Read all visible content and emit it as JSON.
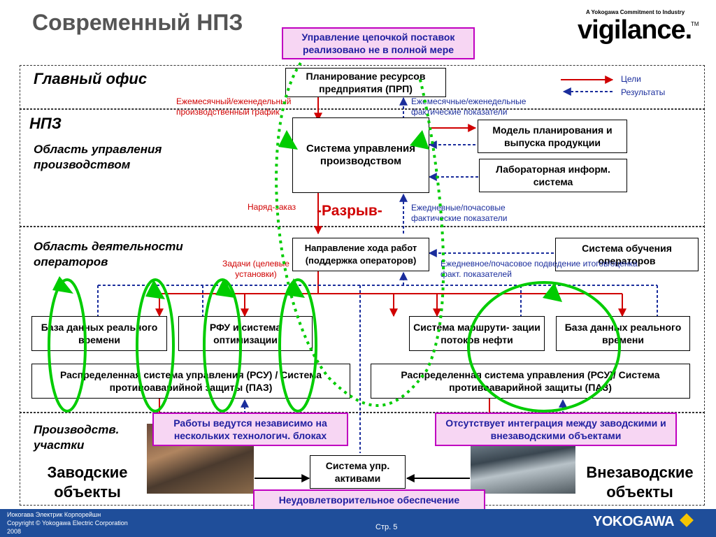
{
  "title": "Современный НПЗ",
  "logo": {
    "tagline": "A Yokogawa Commitment to Industry",
    "brand": "vigilance.",
    "tm": "TM"
  },
  "zones": {
    "head_office": "Главный офис",
    "refinery": "НПЗ",
    "production_mgmt": "Область управления производством",
    "operator_area": "Область деятельности операторов",
    "production_units": "Производств. участки"
  },
  "boxes": {
    "erp": "Планирование ресурсов предприятия (ПРП)",
    "mes": "Система управления производством",
    "planning_model": "Модель планирования и выпуска продукции",
    "lims": "Лабораторная информ. система",
    "operator_support": "Направление хода работ (поддержка операторов)",
    "operator_training": "Система обучения операторов",
    "rtdb_left": "База данных реального времени",
    "apc": "РФУ и система оптимизации",
    "routing": "Система маршрути- зации потоков нефти",
    "rtdb_right": "База данных реального времени",
    "dcs_left": "Распределенная система управления (РСУ) / Система противоаварийной защиты (ПАЗ)",
    "dcs_right": "Распределенная система управления (РСУ)/ Система противоаварийной защиты (ПАЗ)",
    "asset_mgmt": "Система упр. активами"
  },
  "callouts": {
    "supply_chain": "Управление цепочкой поставок реализовано не в полной мере",
    "independent_units": "Работы ведутся независимо на нескольких технологич. блоках",
    "no_integration": "Отсутствует интеграция между заводскими и внезаводскими объектами",
    "asset_reliability": "Неудовлетворительное обеспечение надежности активов"
  },
  "labels": {
    "monthly_schedule": "Ежемесячный/еженедельный производственный график",
    "monthly_actuals": "Ежемесячные/еженедельные фактические показатели",
    "work_order": "Наряд-заказ",
    "gap": "-Разрыв-",
    "daily_actuals": "Ежедневные/почасовые фактические показатели",
    "tasks": "Задачи (целевые установки)",
    "daily_summary": "Ежедневное/почасовое подведение итогов/оценка факт. показателей"
  },
  "legend": {
    "goals": "Цели",
    "results": "Результаты"
  },
  "plants": {
    "onsite": "Заводские объекты",
    "offsite": "Внезаводские объекты"
  },
  "footer": {
    "company": "Иокогава Электрик Корпорейшн",
    "copyright": "Copyright © Yokogawa Electric Corporation",
    "year": "2008",
    "page": "Стр. 5",
    "brand": "YOKOGAWA"
  },
  "colors": {
    "goal_arrow": "#d00000",
    "result_arrow": "#1a2d9c",
    "highlight": "#00cc00",
    "callout_border": "#c000c0",
    "footer": "#1f4e9a"
  }
}
